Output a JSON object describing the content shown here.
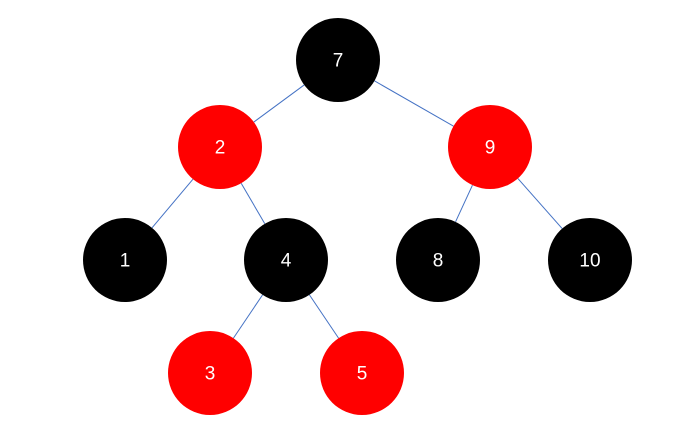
{
  "tree": {
    "colors": {
      "black": "#000000",
      "red": "#FF0000",
      "edge": "#4472C4",
      "label": "#FFFFFF"
    },
    "nodes": [
      {
        "key": "7",
        "label": "7",
        "color": "black"
      },
      {
        "key": "2",
        "label": "2",
        "color": "red"
      },
      {
        "key": "9",
        "label": "9",
        "color": "red"
      },
      {
        "key": "1",
        "label": "1",
        "color": "black"
      },
      {
        "key": "4",
        "label": "4",
        "color": "black"
      },
      {
        "key": "8",
        "label": "8",
        "color": "black"
      },
      {
        "key": "10",
        "label": "10",
        "color": "black"
      },
      {
        "key": "3",
        "label": "3",
        "color": "red"
      },
      {
        "key": "5",
        "label": "5",
        "color": "red"
      }
    ],
    "edges": [
      {
        "from": "7",
        "to": "2"
      },
      {
        "from": "7",
        "to": "9"
      },
      {
        "from": "2",
        "to": "1"
      },
      {
        "from": "2",
        "to": "4"
      },
      {
        "from": "9",
        "to": "8"
      },
      {
        "from": "9",
        "to": "10"
      },
      {
        "from": "4",
        "to": "3"
      },
      {
        "from": "4",
        "to": "5"
      }
    ]
  }
}
